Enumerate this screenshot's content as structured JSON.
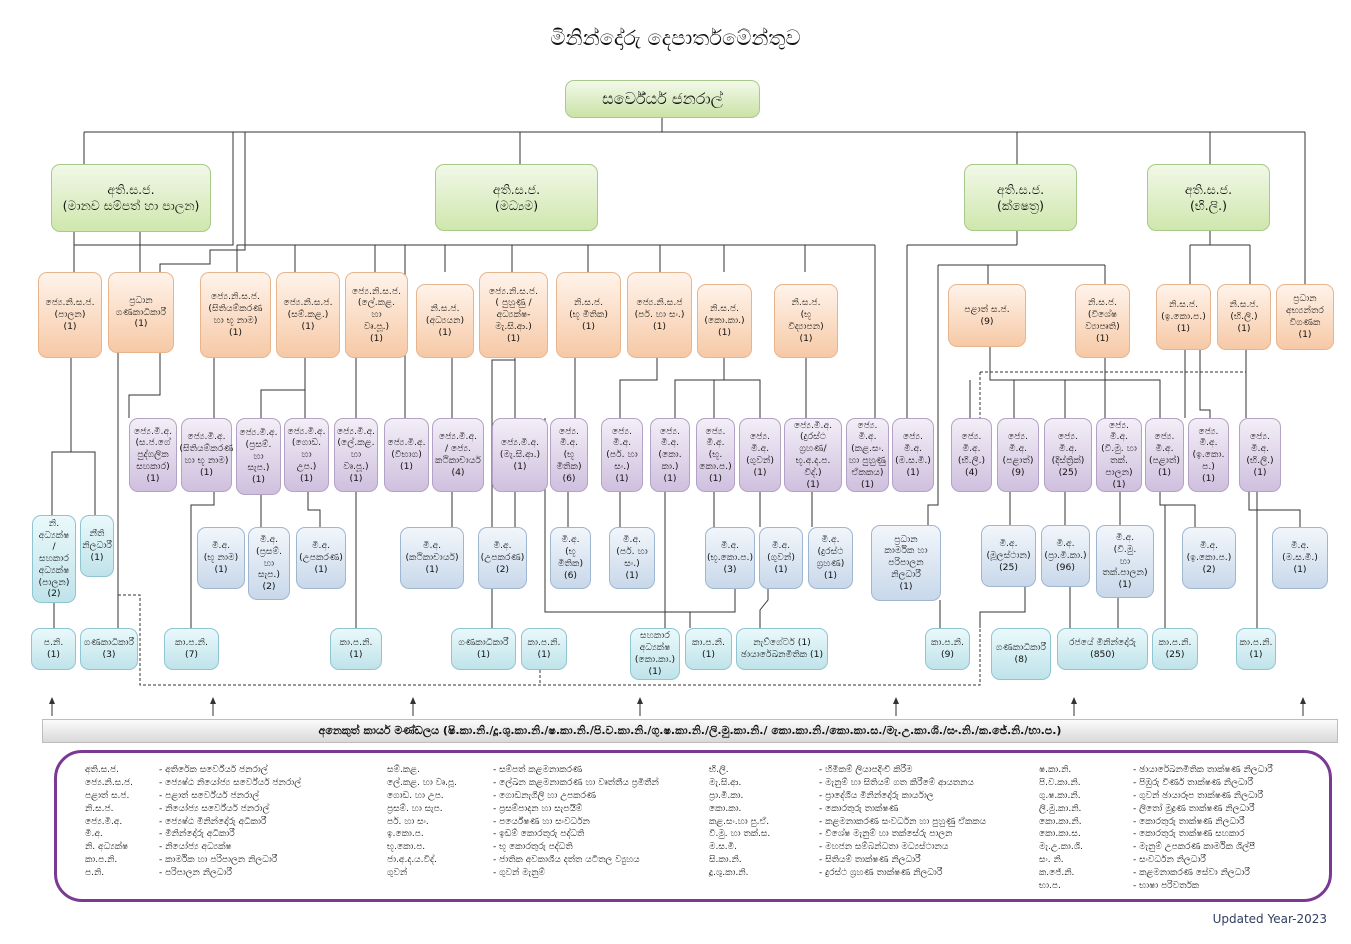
{
  "title": "මිනින්දෝරු දෙපාර්තමේන්තුව",
  "updated": "Updated Year-2023",
  "bar": "අනෙකුත් කාර්ය මණ්ඩලය (ෂි.කා.නි./දූ.ශු.කා.නි./ෂ.කා.නි./පි.ව.කා.නි./ගු.ෂ.කා.නි./ලි.මු.කා.නි./ කො.කා.නි./කො.කා.ස./මැ.උ.කා.ශි./සං.නි./ක.ජේ.නි./භා.ප.)",
  "nodes": {
    "sg": "සර්වේයර් ජනරාල්",
    "asg1": "අති.ස.ජ.\n(මානව සම්පත් හා පාලන)",
    "asg2": "අති.ස.ජ.\n(මධ්‍යම)",
    "asg3": "අති.ස.ජ.\n(ක්ෂෙත්‍ර)",
    "asg4": "අති.ස.ජ.\n(භි.ලි.)",
    "o1": "ජ්‍යෙ.නි.ස.ජ.\n(පාලන)\n(1)",
    "o2": "ප්‍රධාන\nගණකාධිකාරී\n(1)",
    "o3": "ජ්‍යෙ.නි.ස.ජ.\n(සිතියම්කරණ\nහා භූ නාම)\n(1)",
    "o4": "ජ්‍යෙ.නි.ස.ජ.\n(සම්.කළ.)\n(1)",
    "o5": "ජ්‍යෙ.නි.ස.ජ.\n(ලේ.කළ.\nහා\nවෘ.පූ.)\n(1)",
    "o6": "නි.ස.ජ.\n(අධ්‍යයන)\n(1)",
    "o7": "ජ්‍යෙ.නි.ස.ජ.\n( පුහුණු /\nඅධ්‍යක්ෂ-\nමැ.සි.ආ.)\n(1)",
    "o8": "නි.ස.ජ.\n(භූ මිතික)\n(1)",
    "o9": "ජ්‍යෙ.නි.ස.ජ\n(පර්. හා සං.)\n(1)",
    "o10": "නි.ස.ජ.\n(කො.කා.)\n(1)",
    "o11": "නි.ස.ජ.\n(භූ\nවිද්‍යාපන)\n(1)",
    "o12": "පළාත් ස.ජ.\n(9)",
    "o13": "නි.ස.ජ.\n(විශේෂ\nව්‍යාපෘති)\n(1)",
    "o14": "නි.ස.ජ.\n(ඉ.කො.ප.)\n(1)",
    "o15": "නි.ස.ජ.\n(භි.ලි.)\n(1)",
    "o16": "ප්‍රධාන\nඅභ්‍යන්තර\nවිගණක\n(1)",
    "p1": "ජ්‍යෙ.මි.අ.\n(ස.ජ.ගේ\nපුද්ගලික\nසහකාර)\n(1)",
    "p2": "ජ්‍යෙ.මි.අ.\n(සිතියම්කරණ\nහා භූ නාම)\n(1)",
    "p3": "ජ්‍යෙ.මි.අ.\n(ප්‍රසම්.\nහා\nසැප.)\n(1)",
    "p4": "ජ්‍යෙ.මි.අ.\n(ගොඩ.\nහා\nඋප.)\n(1)",
    "p5": "ජ්‍යෙ.මි.අ.\n(ලේ.කළ.\nහා\nවෘ.පූ.)\n(1)",
    "p6": "ජ්‍යෙ.මි.අ.\n(විභාග)\n(1)",
    "p7": "ජ්‍යෙ.මි.අ.\n/ ජ්‍යෙ.\nකථිකාචාර්ය\n(4)",
    "p8": "ජ්‍යෙ.මි.අ.\n(මැ.සි.ආ.)\n(1)",
    "p9": "ජ්‍යෙ.\nමි.අ.\n(භූ\nමිතික)\n(6)",
    "p10": "ජ්‍යෙ.\nමි.අ.\n(පර්. හා\nසං.)\n(1)",
    "p11": "ජ්‍යෙ.\nමි.අ.\n(කො.\nකා.)\n(1)",
    "p12": "ජ්‍යෙ.\nමි.අ.\n(භූ.\nකො.ප.)\n(1)",
    "p13": "ජ්‍යෙ.\nමි.අ.\n(ගුවන්)\n(1)",
    "p14": "ජ්‍යෙ.මි.අ.\n(දුරස්ථ ග්‍රහණ/\nභූ.අ.ද.ප. විද්.)\n(1)",
    "p15": "ජ්‍යෙ.\nමි.අ.\n(කළ.සං.\nහා පුහුණු\nඒකකය)\n(1)",
    "p16": "ජ්‍යෙ.\nමි.අ.\n(ම.ස.මි.)\n(1)",
    "p17": "ජ්‍යෙ.\nමි.අ.\n(භි.ලි.)\n(4)",
    "p18": "ජ්‍යෙ.\nමි.අ.\n(පළාත්)\n(9)",
    "p19": "ජ්‍යෙ.\nමි.අ.\n(දිස්ත්‍රික්)\n(25)",
    "p20": "ජ්‍යෙ.\nමි.අ.\n(වි.මු. හා\nතක්.\nපාලන)\n(1)",
    "p21": "ජ්‍යෙ.\nමි.අ.\n(පළාත්)\n(1)",
    "p22": "ජ්‍යෙ.\nමි.අ.\n(ඉ.කො.\nප.)\n(1)",
    "p23": "ජ්‍යෙ.\nමි.අ.\n(භි.ලි.)\n(1)",
    "b1": "මි.අ.\n(භූ නාම)\n(1)",
    "b2": "මි.අ.\n(ප්‍රසම්.\nහා\nසැප.)\n(2)",
    "b3": "මි.අ.\n(උපකරණ)\n(1)",
    "b4": "මි.අ.\n(කථිකාචාර්ය)\n(1)",
    "b5": "මි.අ.\n(උපකරණ)\n(2)",
    "b6": "මි.අ.\n(භූ මිතික)\n(6)",
    "b7": "මි.අ.\n(පර්. හා\nසං.)\n(1)",
    "b8": "මි.අ.\n(භූ.කො.ප.)\n(3)",
    "b9": "මි.අ.\n(ගුවන්)\n(1)",
    "b10": "මි.අ.\n(දුරස්ථ\nග්‍රහණ)\n(1)",
    "b11": "ප්‍රධාන\nකාර්මික හා\nපරිපාලන\nනිලධාරී\n(1)",
    "b12": "මි.අ.\n(මූලස්ථාන)\n(25)",
    "b13": "මි.අ.\n(ප්‍රා.මි.කා.)\n(96)",
    "b14": "මි.අ.\n(වි.මු.\nහා\nතක්.පාලන)\n(1)",
    "b15": "මි.අ.\n(ඉ.කො.ප.)\n(2)",
    "b16": "මි.අ.\n(ම.ස.මි.)\n(1)",
    "c1": "නි.\nඅධ්‍යක්ෂ\n/\nසහකාර\nඅධ්‍යක්ෂ\n(පාලන)\n(2)",
    "c2": "නීති\nනිලධාරී\n(1)",
    "c3": "ප.නි.\n(1)",
    "c4": "ගණකාධිකාරී\n(3)",
    "c5": "කා.ප.නි.\n(7)",
    "c6": "කා.ප.නි.\n(1)",
    "c7": "ගණකාධිකාරී\n(1)",
    "c8": "කා.ප.නි.\n(1)",
    "c9": "සහකාර\nඅධ්‍යක්ෂ\n(කො.කා.)\n(1)",
    "c10": "කා.ප.නි.\n(1)",
    "c11": "නැව්ගේටර් (1)\nඡායාරේඛනමිතික (1)",
    "c12": "කා.ප.නි.\n(9)",
    "c13": "ගණකාධිකාරී\n(8)",
    "c14": "රජයේ මිනින්දෝරු\n(850)",
    "c15": "කා.ප.නි.\n(25)",
    "c16": "කා.ප.නි.\n(1)"
  },
  "legend": [
    [
      [
        "අති.ස.ජ.",
        "- අතිරේක සර්වේයර් ජනරාල්"
      ],
      [
        "ජ්‍යෙ.නි.ස.ජ.",
        "- ජ්‍යෙෂ්ඨ නියෝජ්‍ය සර්වේයර් ජනරාල්"
      ],
      [
        "පළාත් ස.ජ.",
        "- පළාත් සර්වේයර් ජනරාල්"
      ],
      [
        "නි.ස.ජ.",
        "- නියෝජ්‍ය සර්වේයර් ජනරාල්"
      ],
      [
        "ජ්‍යෙ.මි.අ.",
        "- ජ්‍යෙෂ්ඨ මිනින්දෝරු අධිකාරී"
      ],
      [
        "මි.අ.",
        "- මිනින්දෝරු අධිකාරී"
      ],
      [
        "නි. අධ්‍යක්ෂ",
        "- නියෝජ්‍ය අධ්‍යක්ෂ"
      ],
      [
        "කා.ප.නි.",
        "- කාර්මික හා පරිපාලන නිලධාරී"
      ],
      [
        "ප.නි.",
        "- පරිපාලන නිලධාරී"
      ]
    ],
    [
      [
        "සම්.කළ.",
        "- සම්පත් කළමනාකරණ"
      ],
      [
        "ලේ.කළ. හා වෘ.පූ.",
        "- ලේඛන කළමනාකරණ හා වෘත්තීය ප්‍රමිතීන්"
      ],
      [
        "ගොඩ. හා උප.",
        "- ගොඩනැගිලි හා උපකරණ"
      ],
      [
        "ප්‍රසම්. හා සැප.",
        "- ප්‍රසම්පාදන හා සැපයීම්"
      ],
      [
        "පර්. හා සං.",
        "- පර්යේෂණ හා සංවර්ධන"
      ],
      [
        "ඉ.කො.ප.",
        "- ඉඩම් කොරතුරු පද්ධති"
      ],
      [
        "භූ.කො.ප.",
        "- භූ කොරතුරු පද්ධති"
      ],
      [
        "ජා.අ.ද.ය.විද්.",
        "- ජාතික අවකාශීය දත්ත යටිතල ව්‍යුහය"
      ],
      [
        "ගුවන්",
        "- ගුවන් මැනුම්"
      ]
    ],
    [
      [
        "භි.ලි.",
        "- හිමිකම් ලියාපදිංචි කිරීම"
      ],
      [
        "මැ.සි.ආ.",
        "- මැනුම් හා සිතියම් ගත කිරීමේ ආයතනය"
      ],
      [
        "ප්‍රා.මි.කා.",
        "- ප්‍රාදේශීය මිනින්දෝරු කාර්යාල"
      ],
      [
        "කො.කා.",
        "- කොරතුරු තාක්ෂණ"
      ],
      [
        "කළ.සං.හා පු.ඒ.",
        "- කළමනාකරණ සංවර්ධන හා පුහුණු ඒකකය"
      ],
      [
        "වි.මු. හා තක්.ස.",
        "- විශේෂ මැනුම් හා තක්සේරු පාලන"
      ],
      [
        "ම.ස.මි.",
        "- මහජන සම්බන්ධතා මධ්‍යස්ථානය"
      ],
      [
        "සි.කා.නි.",
        "- සිතියම් තාක්ෂණ නිලධාරී"
      ],
      [
        "දූ.ශු.කා.නි.",
        "- දුරස්ථ ග්‍රහණ තාක්ෂණ නිලධාරී"
      ]
    ],
    [
      [
        "ෂ.කා.නි.",
        "- ඡායාරේඛනමිතික තාක්ෂණ නිලධාරී"
      ],
      [
        "පි.ව.කා.නි.",
        "- පිඹුරු විර්ණ තාක්ෂණ නිලධාරී"
      ],
      [
        "ගු.ෂ.කා.නි.",
        "- ගුවන් ඡායාරූප තාක්ෂණ නිලධාරී"
      ],
      [
        "ලි.මු.කා.නි.",
        "- ලිතෝ මුද්‍රණ තාක්ෂණ නිලධාරී"
      ],
      [
        "කො.කා.නි.",
        "- කොරතුරු තාක්ෂණ නිලධාරී"
      ],
      [
        "කො.කා.ස.",
        "- කොරතුරු තාක්ෂණ සහකාර"
      ],
      [
        "මැ.උ.කා.ශි.",
        "- මැනුම් උපකරණ කාර්මික ශිල්පී"
      ],
      [
        "සං. නි.",
        "- සංවර්ධන නිලධාරී"
      ],
      [
        "ක.ජේ.නි.",
        "- කළමනාකරණ සේවා නිලධාරී"
      ],
      [
        "භා.ප.",
        "- භාෂා පරිවර්තක"
      ]
    ]
  ]
}
